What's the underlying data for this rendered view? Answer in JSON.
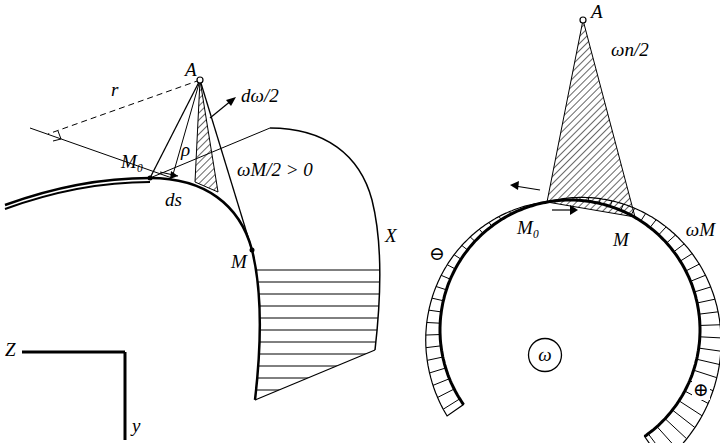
{
  "diagram": {
    "nodes": [
      {
        "text": [
          "ω"
        ]
      }
    ],
    "labels": [
      "A",
      "r",
      "dω/2",
      "ρ",
      "M₀",
      "ds",
      "ωM/2 > 0",
      "M",
      "X",
      "Z",
      "y",
      "A",
      "ωn/2",
      "M₀",
      "M",
      "ωM",
      "⊖",
      "⊕"
    ]
  }
}
